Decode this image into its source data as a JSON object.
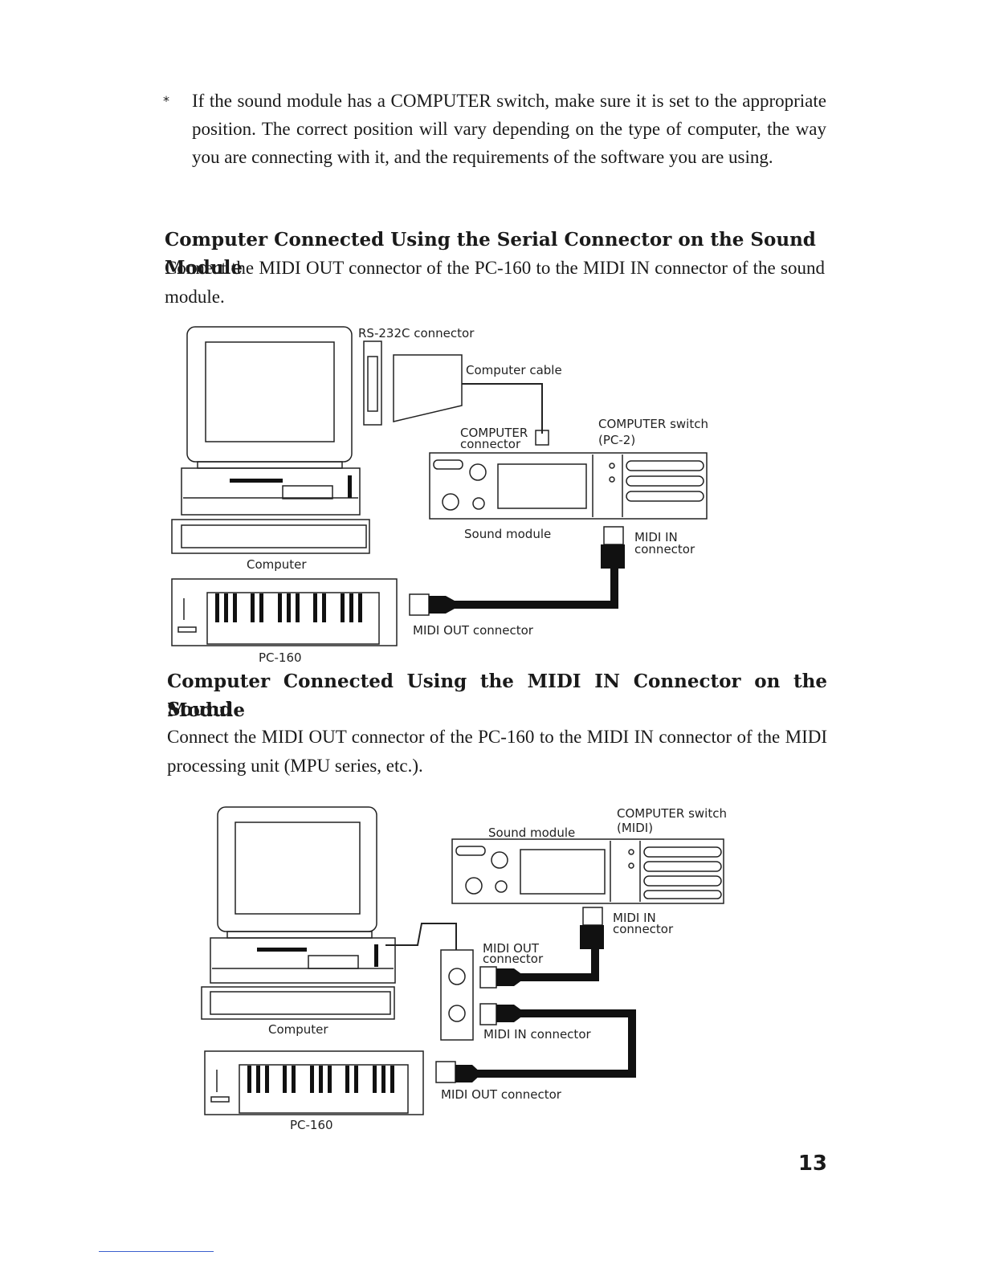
{
  "note": {
    "bullet": "*",
    "text": "If the sound module has a COMPUTER switch, make sure it is set to the appropriate position. The correct position will vary depending on the type of computer, the way you are connecting with it, and the requirements of the software you are using."
  },
  "section1": {
    "heading": "Computer Connected Using the Serial Connector on the Sound Module",
    "body": "Connect the MIDI OUT connector of the PC-160 to the MIDI IN connector of the sound module.",
    "diagram": {
      "rs232c": "RS-232C connector",
      "computer_cable": "Computer cable",
      "computer_connector_1": "COMPUTER",
      "computer_connector_2": "connector",
      "switch_1": "COMPUTER switch",
      "switch_2": "(PC-2)",
      "sound_module": "Sound module",
      "midi_in_1": "MIDI IN",
      "midi_in_2": "connector",
      "computer": "Computer",
      "midi_out": "MIDI OUT connector",
      "pc160": "PC-160"
    }
  },
  "section2": {
    "heading_line1": "Computer Connected Using the MIDI IN Connector on the Sound",
    "heading_line2": "Module",
    "body": "Connect the MIDI OUT connector of the PC-160 to the MIDI IN connector of the MIDI processing unit (MPU series, etc.).",
    "diagram": {
      "switch_1": "COMPUTER switch",
      "switch_2": "(MIDI)",
      "sound_module": "Sound module",
      "midi_in_1": "MIDI IN",
      "midi_in_2": "connector",
      "mpu_midi_out_1": "MIDI OUT",
      "mpu_midi_out_2": "connector",
      "mpu_midi_in": "MIDI IN connector",
      "computer": "Computer",
      "midi_out": "MIDI OUT connector",
      "pc160": "PC-160"
    }
  },
  "page_number": "13"
}
